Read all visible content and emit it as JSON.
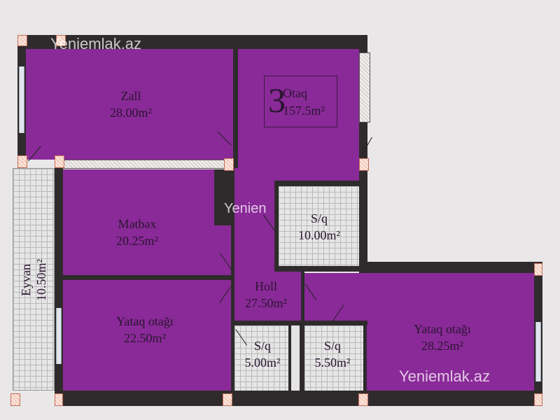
{
  "watermark": "Yeniemlak.az",
  "watermark_partial": "Yenien",
  "summary": {
    "rooms_count": "3",
    "rooms_label": "Otaq",
    "total_area": "157.5m²"
  },
  "rooms": [
    {
      "name": "Zall",
      "area": "28.00m²"
    },
    {
      "name": "Mətbəx",
      "area": "20.25m²"
    },
    {
      "name": "Eyvan",
      "area": "10.50m²"
    },
    {
      "name": "Yataq otağı",
      "area": "22.50m²"
    },
    {
      "name": "Holl",
      "area": "27.50m²"
    },
    {
      "name": "S/q",
      "area": "10.00m²"
    },
    {
      "name": "S/q",
      "area": "5.00m²"
    },
    {
      "name": "S/q",
      "area": "5.50m²"
    },
    {
      "name": "Yataq otağı",
      "area": "28.25m²"
    }
  ]
}
